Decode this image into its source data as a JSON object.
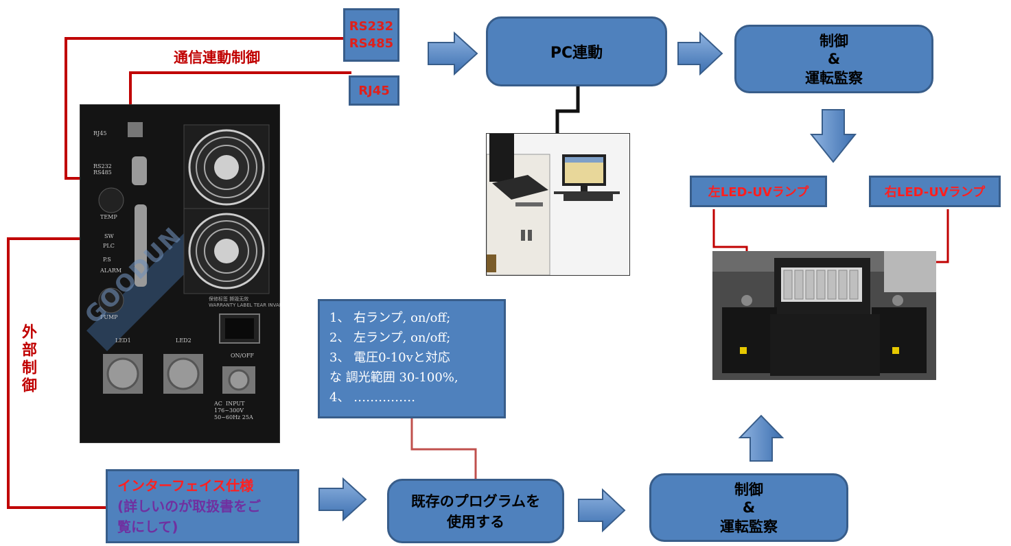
{
  "comm_ports": {
    "line1": "RS232",
    "line2": "RS485",
    "rj45": "RJ45"
  },
  "labels": {
    "comm_control": "通信連動制御",
    "external_control": "外部制御"
  },
  "pc_box": "PC連動",
  "control_top": {
    "line1": "制御",
    "line2": "&",
    "line3": "運転監察"
  },
  "lamps": {
    "left": "左LED-UVランプ",
    "right": "右LED-UVランプ"
  },
  "program_list": [
    "1、 右ランプ, on/off;",
    "2、 左ランプ, on/off;",
    "3、 電圧0-10vと対応",
    "な 調光範囲 30-100%,",
    "4、 ……………"
  ],
  "interface_box": {
    "line1": "インターフェイス仕様",
    "line2": "(詳しいのが取扱書をご",
    "line3": "覧にして)"
  },
  "program_box": {
    "line1": "既存のプログラムを",
    "line2": "使用する"
  },
  "control_bottom": {
    "line1": "制御",
    "line2": "&",
    "line3": "運転監察"
  },
  "device_panel": {
    "rj45": "RJ45",
    "rs": "RS232\nRS485",
    "temp": "TEMP",
    "sw": "SW",
    "plc": "PLC",
    "ps": "P.S",
    "alarm": "ALARM",
    "pump": "PUMP",
    "led1": "LED1",
    "led2": "LED2",
    "onoff": "ON/OFF",
    "ac": "AC  INPUT\n176~300V\n50~60Hz 25A",
    "warranty": "保修标签 撕毁无效\nWARRANTY LABEL TEAR INVALID",
    "watermark": "GOODUN"
  },
  "colors": {
    "box_fill": "#4f81bd",
    "box_border": "#385d8a",
    "red_line": "#c00000",
    "arrow": "#4f81bd"
  }
}
